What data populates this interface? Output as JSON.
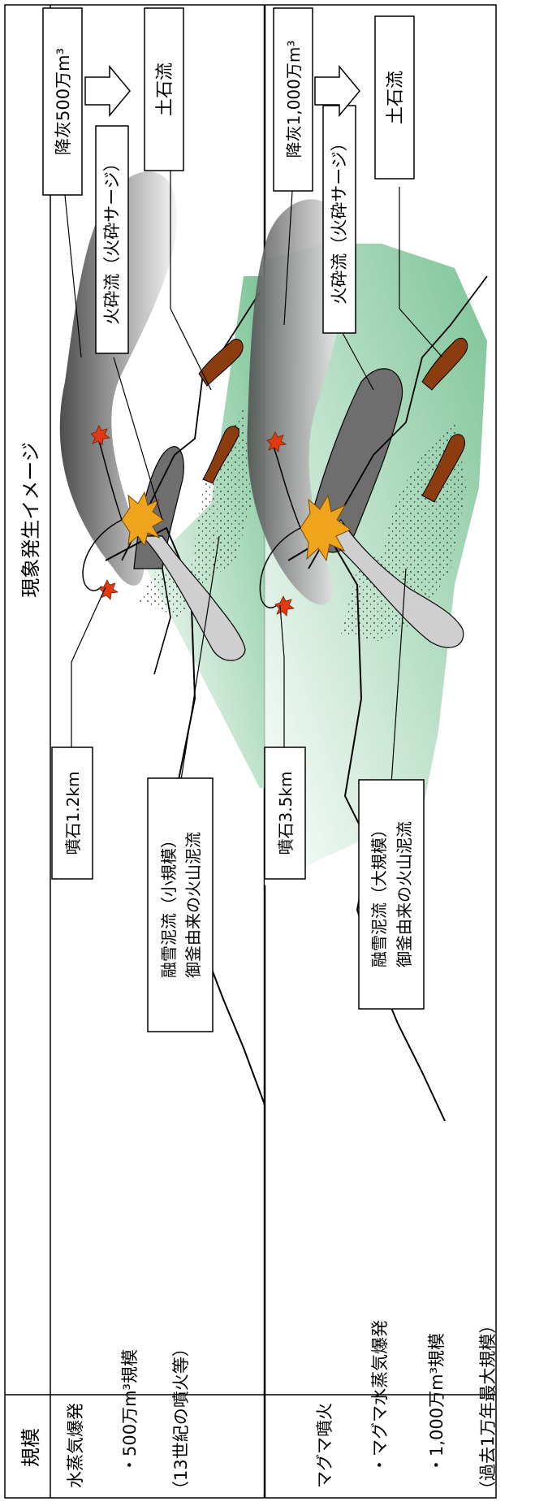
{
  "header": {
    "scale_col": "規模",
    "image_col": "現象発生イメージ"
  },
  "rows": [
    {
      "type": "水蒸気爆発",
      "scale": "・500万m³規模",
      "note": "（13世紀の噴火等）",
      "ballistic": "噴石1.2km",
      "lahar_1": "融雪泥流（小規模）",
      "lahar_2": "御釜由来の火山泥流",
      "pyroclastic": "火砕流（火砕サージ）",
      "ash": "降灰500万m³",
      "debris": "土石流"
    },
    {
      "type": "マグマ噴火",
      "subtype": "・マグマ水蒸気爆発",
      "scale": "・1,000万m³規模",
      "note": "（過去1万年最大規模）",
      "ballistic": "噴石3.5km",
      "lahar_1": "融雪泥流（大規模）",
      "lahar_2": "御釜由来の火山泥流",
      "pyroclastic": "火砕流（火砕サージ）",
      "ash": "降灰1,000万m³",
      "debris": "土石流"
    }
  ],
  "colors": {
    "lahar_gray": "#c8c8c8",
    "debris_brown": "#8b3d0f",
    "green_slope": "#7fc59a",
    "explosion": "#f0a41e",
    "bomb_red": "#e03a12"
  }
}
